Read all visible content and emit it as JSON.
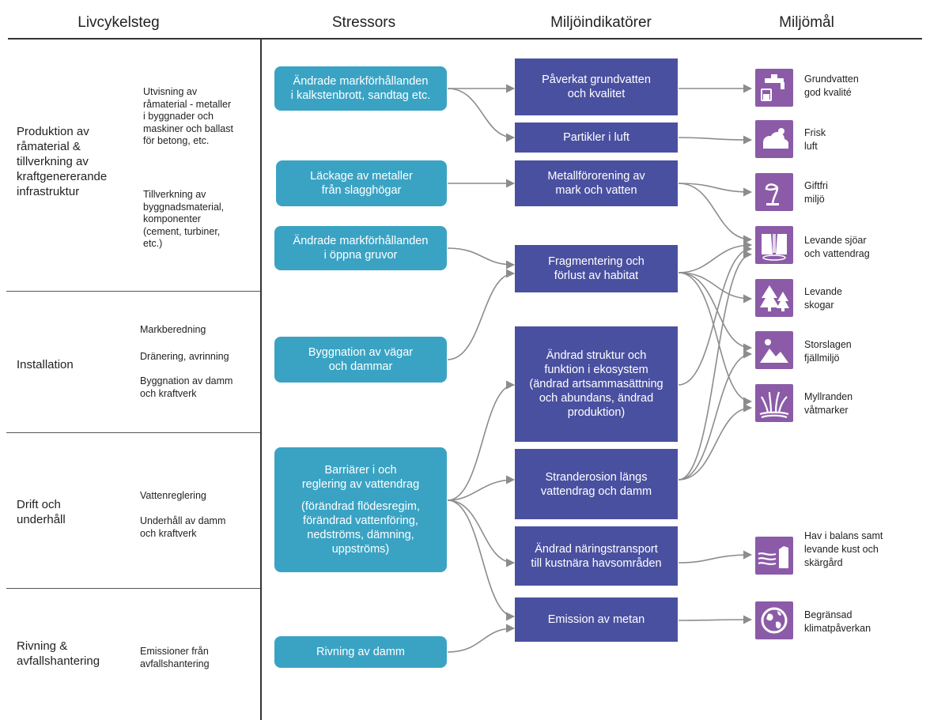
{
  "headers": {
    "lifecycle": "Livcykelsteg",
    "stressors": "Stressors",
    "indicators": "Miljöindikatörer",
    "goals": "Miljömål"
  },
  "phases": [
    {
      "label": [
        "Produktion av",
        "råmaterial &",
        "tillverkning av",
        "kraftgenererande",
        "infrastruktur"
      ]
    },
    {
      "label": [
        "Installation"
      ]
    },
    {
      "label": [
        "Drift och",
        "underhåll"
      ]
    },
    {
      "label": [
        "Rivning &",
        "avfallshantering"
      ]
    }
  ],
  "activities": [
    [
      "Utvisning av",
      "råmaterial - metaller",
      "i byggnader och",
      "maskiner och ballast",
      "för betong, etc."
    ],
    [
      "Tillverkning av",
      "byggnadsmaterial,",
      "komponenter",
      "(cement, turbiner,",
      "etc.)"
    ],
    [
      "Markberedning"
    ],
    [
      "Dränering, avrinning"
    ],
    [
      "Byggnation av damm",
      "och kraftverk"
    ],
    [
      "Vattenreglering"
    ],
    [
      "Underhåll av damm",
      "och kraftverk"
    ],
    [
      "Emissioner från",
      "avfallshantering"
    ]
  ],
  "stressors": [
    [
      "Ändrade markförhållanden",
      "i kalkstenbrott, sandtag etc."
    ],
    [
      "Läckage av metaller",
      "från slagghögar"
    ],
    [
      "Ändrade markförhållanden",
      "i öppna gruvor"
    ],
    [
      "Byggnation av vägar",
      "och dammar"
    ],
    [
      "Barriärer i och",
      "reglering av vattendrag"
    ],
    [
      "(förändrad flödesregim,",
      "förändrad vattenföring,",
      "nedströms, dämning,",
      "uppströms)"
    ],
    [
      "Rivning av damm"
    ]
  ],
  "indicators": [
    [
      "Påverkat grundvatten",
      "och kvalitet"
    ],
    [
      "Partikler i luft"
    ],
    [
      "Metallförorening av",
      "mark och vatten"
    ],
    [
      "Fragmentering och",
      "förlust av habitat"
    ],
    [
      "Ändrad struktur och",
      "funktion i ekosystem",
      "(ändrad artsammasättning",
      "och abundans, ändrad",
      "produktion)"
    ],
    [
      "Stranderosion längs",
      "vattendrag och damm"
    ],
    [
      "Ändrad näringstransport",
      "till kustnära havsområden"
    ],
    [
      "Emission av metan"
    ]
  ],
  "goals": [
    {
      "icon": "water-tap-icon",
      "label": [
        "Grundvatten",
        "god kvalité"
      ]
    },
    {
      "icon": "cloud-icon",
      "label": [
        "Frisk",
        "luft"
      ]
    },
    {
      "icon": "sprout-icon",
      "label": [
        "Giftfri",
        "miljö"
      ]
    },
    {
      "icon": "waterfall-icon",
      "label": [
        "Levande sjöar",
        "och vattendrag"
      ]
    },
    {
      "icon": "trees-icon",
      "label": [
        "Levande",
        "skogar"
      ]
    },
    {
      "icon": "mountain-icon",
      "label": [
        "Storslagen",
        "fjällmiljö"
      ]
    },
    {
      "icon": "reeds-icon",
      "label": [
        "Myllranden",
        "våtmarker"
      ]
    },
    {
      "icon": "sea-coast-icon",
      "label": [
        "Hav i balans samt",
        "levande kust och",
        "skärgård"
      ]
    },
    {
      "icon": "globe-icon",
      "label": [
        "Begränsad",
        "klimatpåverkan"
      ]
    }
  ],
  "colors": {
    "stressor": "#3aa3c4",
    "indicator": "#4a50a0",
    "goal_icon": "#8b5ba8",
    "arrow": "#8c8c8c"
  }
}
